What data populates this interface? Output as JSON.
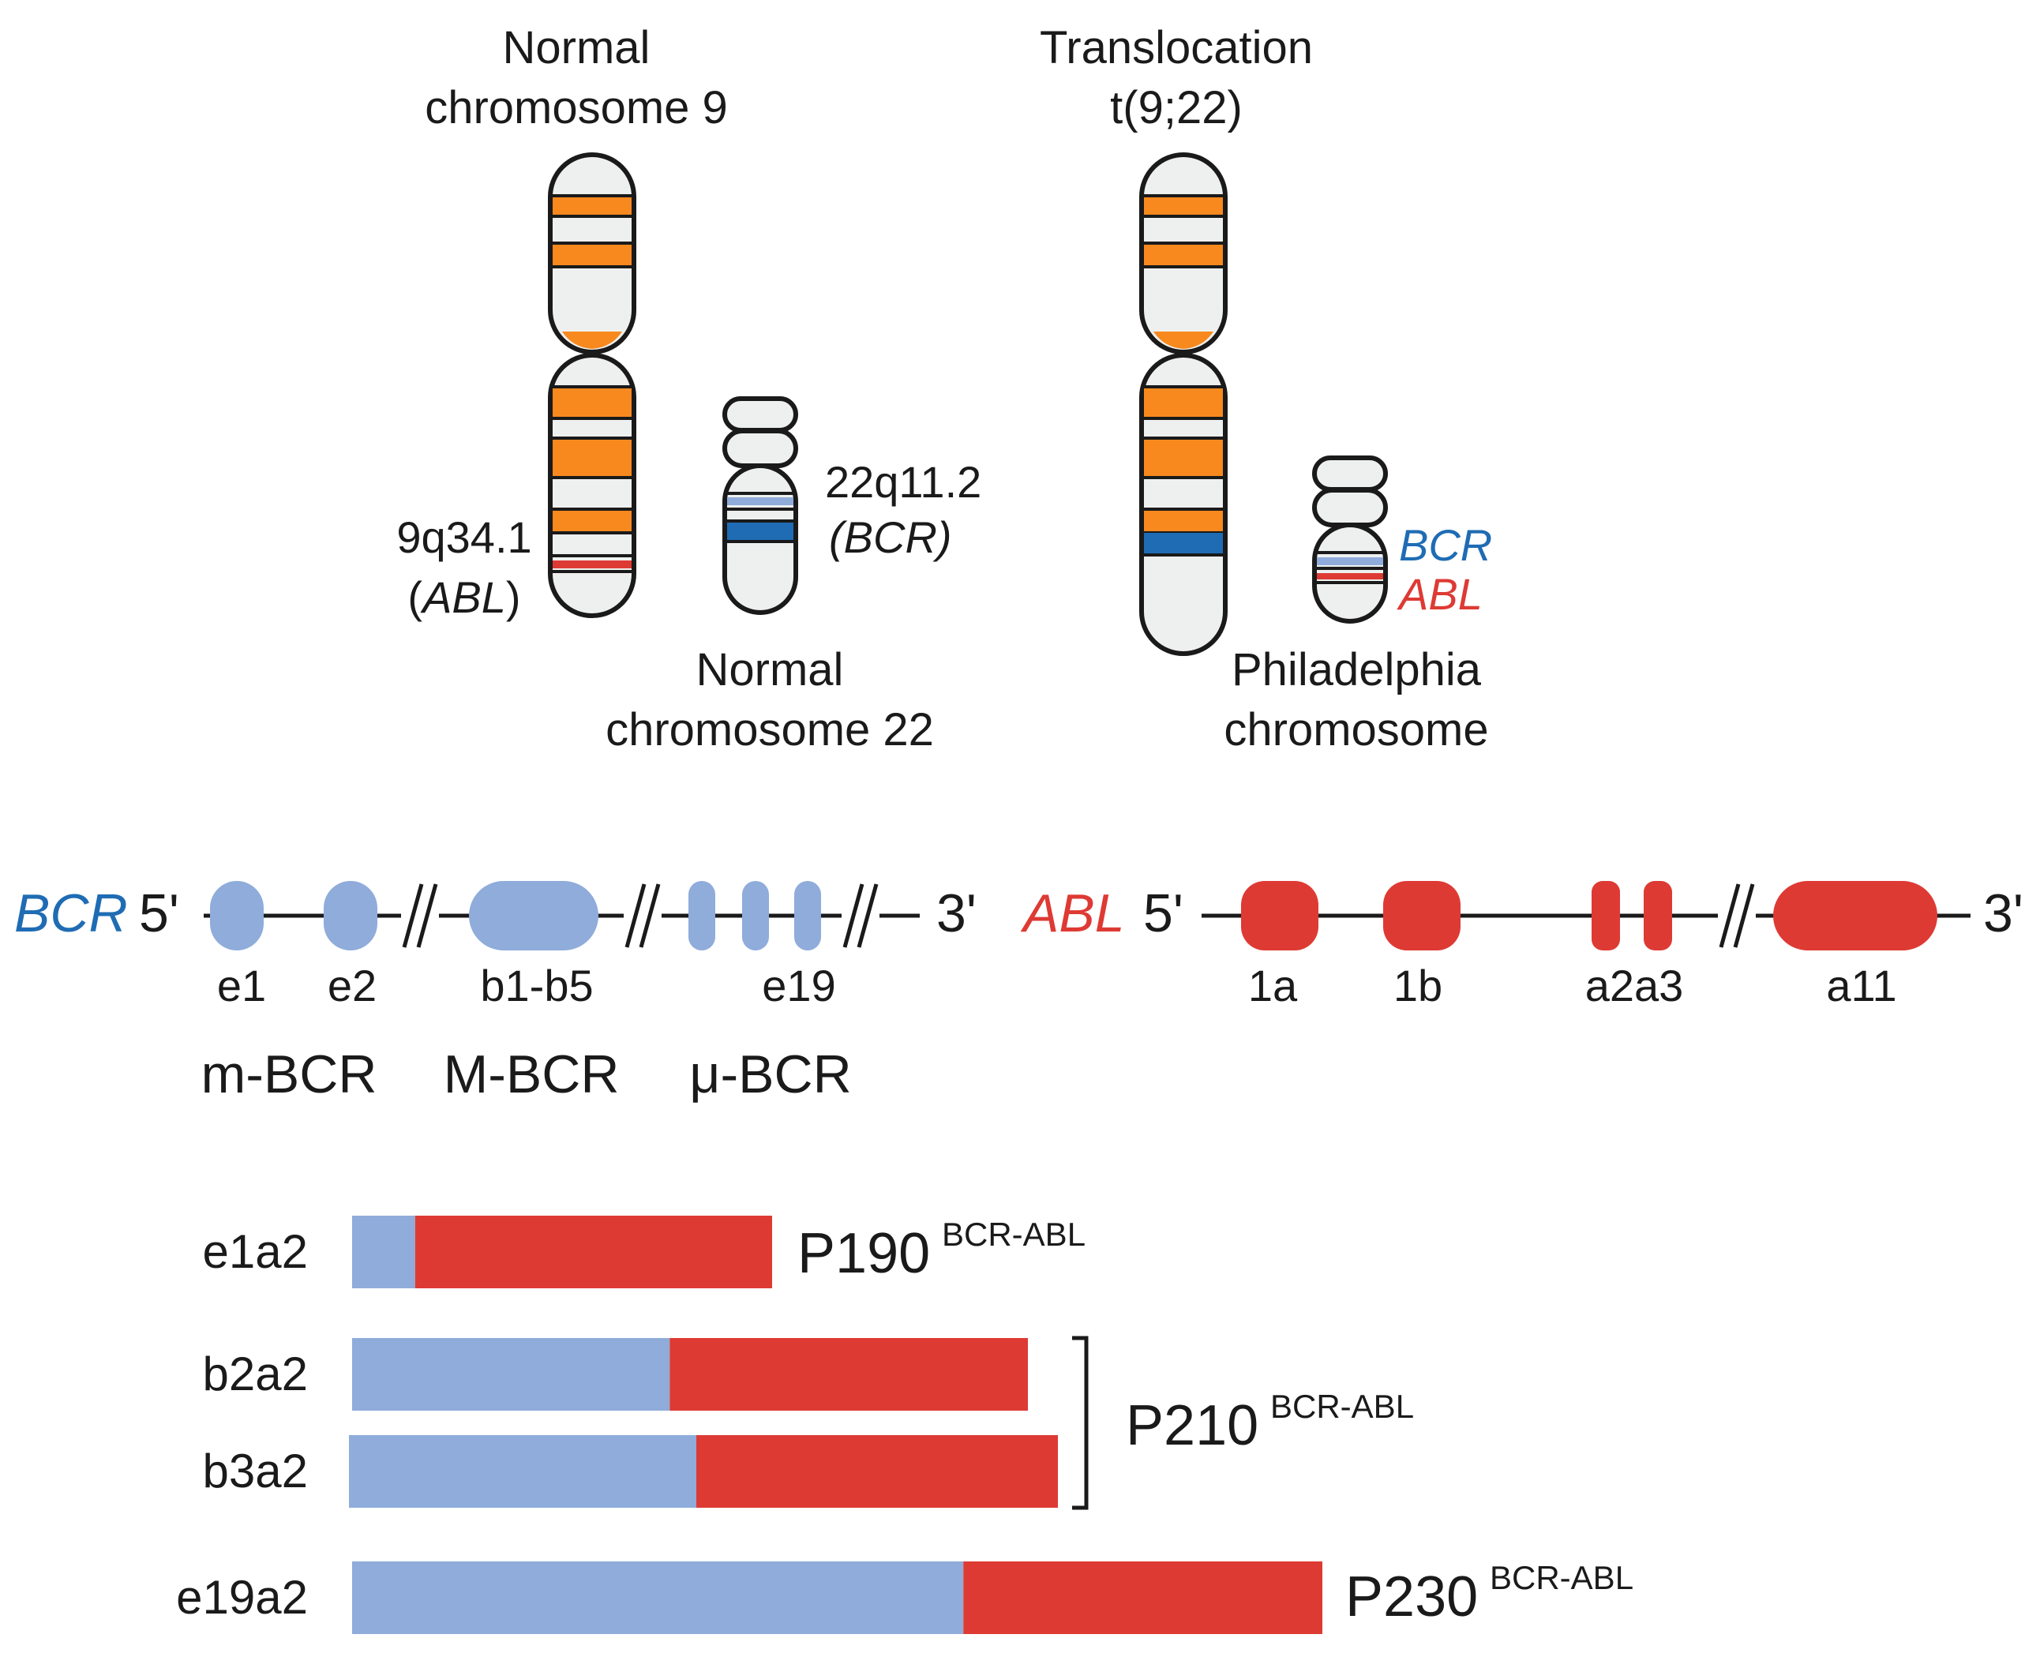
{
  "colors": {
    "bcr": "#8facda",
    "abl": "#de3a34",
    "band_orange": "#f7891e",
    "band_blue": "#1f6cb4",
    "bcr_text": "#1f6cb4",
    "abl_text": "#de3a34"
  },
  "chromosomes": {
    "normal9_title_1": "Normal",
    "normal9_title_2": "chromosome 9",
    "transloc_title_1": "Translocation",
    "transloc_title_2": "t(9;22)",
    "locus9_1": "9q34.1",
    "locus9_2_open": "(",
    "locus9_2_gene": "ABL",
    "locus9_2_close": ")",
    "locus22_1": "22q11.2",
    "locus22_2": "(BCR)",
    "normal22_1": "Normal",
    "normal22_2": "chromosome 22",
    "ph_bcr": "BCR",
    "ph_abl": "ABL",
    "ph_1": "Philadelphia",
    "ph_2": "chromosome"
  },
  "bcr_gene": {
    "name": "BCR",
    "five": "5'",
    "three": "3'",
    "exon_labels": [
      "e1",
      "e2",
      "b1-b5",
      "e19"
    ],
    "regions": [
      "m-BCR",
      "M-BCR",
      "μ-BCR"
    ]
  },
  "abl_gene": {
    "name": "ABL",
    "five": "5'",
    "three": "3'",
    "exon_labels": [
      "1a",
      "1b",
      "a2a3",
      "a11"
    ]
  },
  "transcripts": [
    {
      "label": "e1a2",
      "bcr_fraction": 0.15
    },
    {
      "label": "b2a2",
      "bcr_fraction": 0.47
    },
    {
      "label": "b3a2",
      "bcr_fraction": 0.49
    },
    {
      "label": "e19a2",
      "bcr_fraction": 0.63
    }
  ],
  "proteins": [
    {
      "main": "P190",
      "sup": "BCR-ABL"
    },
    {
      "main": "P210",
      "sup": "BCR-ABL"
    },
    {
      "main": "P230",
      "sup": "BCR-ABL"
    }
  ]
}
